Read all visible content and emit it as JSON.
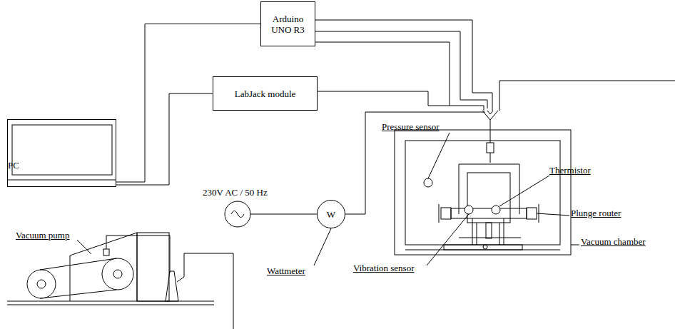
{
  "diagram": {
    "nodes": [
      {
        "text": [
          "Arduino UNO R3"
        ]
      },
      {
        "text": [
          "LabJack module"
        ]
      },
      {
        "text": [
          "PC"
        ]
      },
      {
        "text": [
          "W"
        ]
      }
    ],
    "edges": [
      {
        "from": 2,
        "to": 0,
        "arrow": "none"
      },
      {
        "from": 2,
        "to": 1,
        "arrow": "none"
      }
    ],
    "labels": [
      "230V AC / 50 Hz",
      "Wattmeter",
      "Vacuum pump",
      "Pressure sensor",
      "Thermistor",
      "Plunge router",
      "Vacuum chamber",
      "Vibration sensor"
    ]
  }
}
